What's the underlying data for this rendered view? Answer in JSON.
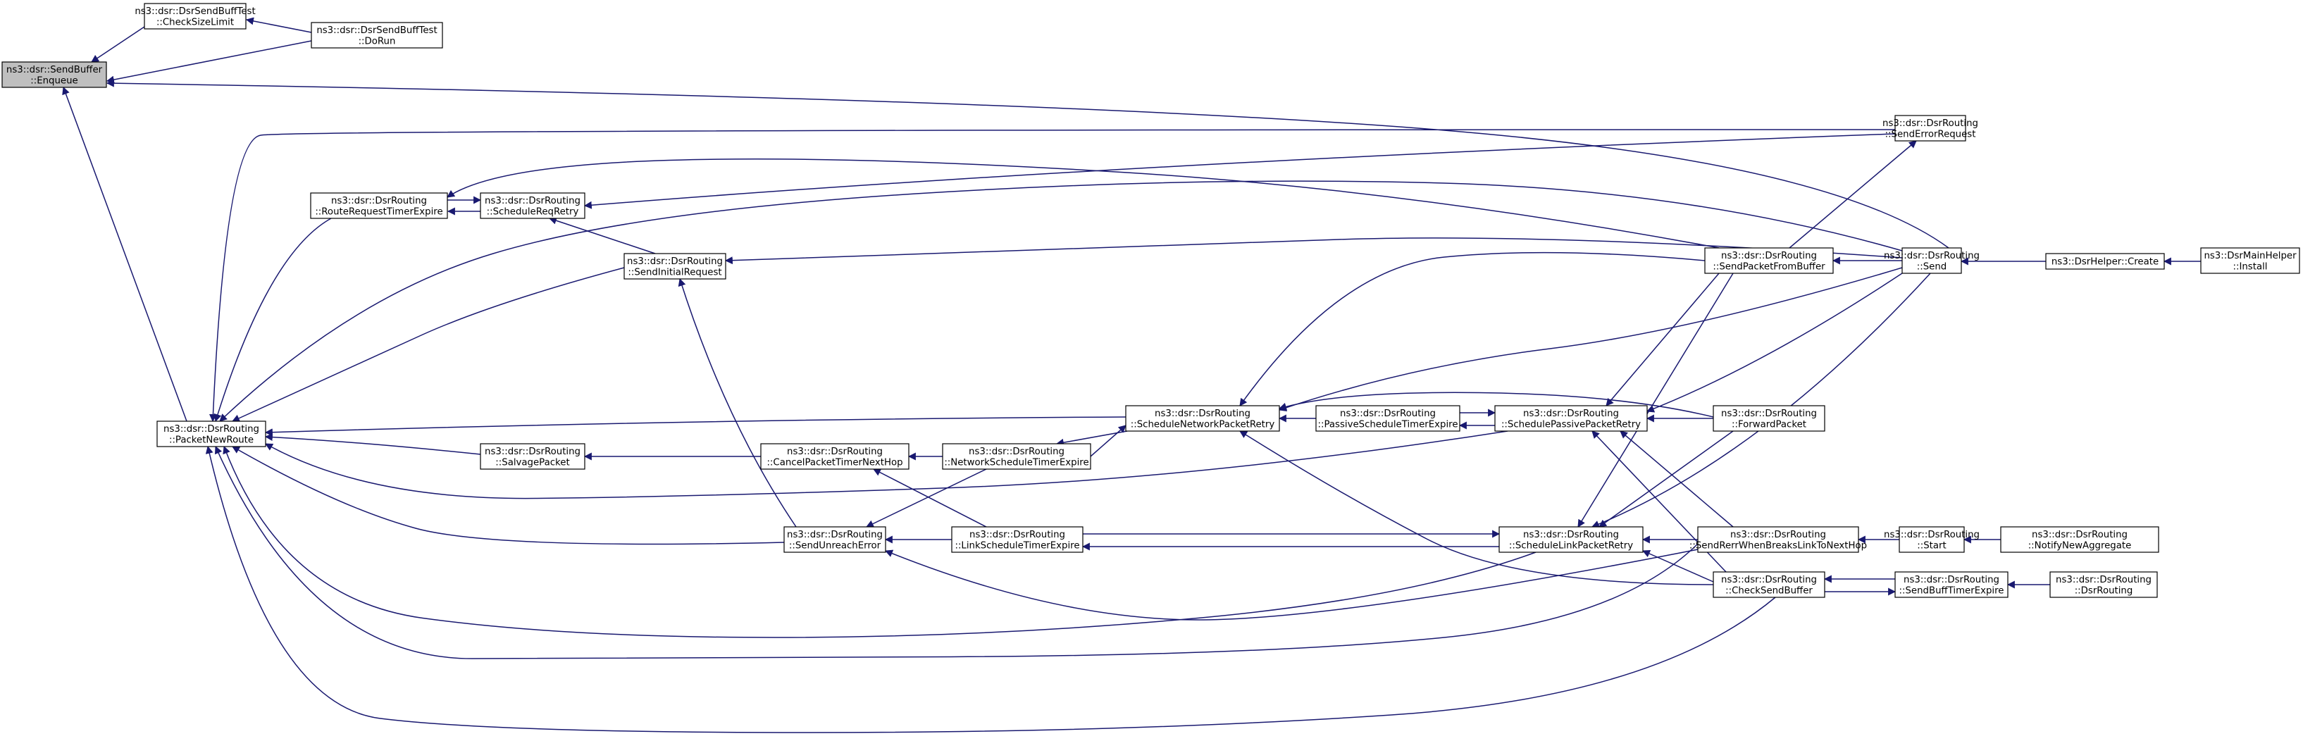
{
  "colors": {
    "edge": "#191970",
    "node_border": "#000000",
    "node_fill": "#ffffff",
    "focus_fill": "#bfbfbf",
    "background": "#ffffff"
  },
  "nodes": [
    {
      "id": "enqueue",
      "lines": [
        "ns3::dsr::SendBuffer",
        "::Enqueue"
      ],
      "focus": true
    },
    {
      "id": "checksizelimit",
      "lines": [
        "ns3::dsr::DsrSendBuffTest",
        "::CheckSizeLimit"
      ]
    },
    {
      "id": "dorun",
      "lines": [
        "ns3::dsr::DsrSendBuffTest",
        "::DoRun"
      ]
    },
    {
      "id": "packetnewroute",
      "lines": [
        "ns3::dsr::DsrRouting",
        "::PacketNewRoute"
      ]
    },
    {
      "id": "routerequesttimerexpire",
      "lines": [
        "ns3::dsr::DsrRouting",
        "::RouteRequestTimerExpire"
      ]
    },
    {
      "id": "schedulereqretry",
      "lines": [
        "ns3::dsr::DsrRouting",
        "::ScheduleReqRetry"
      ]
    },
    {
      "id": "sendinitialrequest",
      "lines": [
        "ns3::dsr::DsrRouting",
        "::SendInitialRequest"
      ]
    },
    {
      "id": "salvagepacket",
      "lines": [
        "ns3::dsr::DsrRouting",
        "::SalvagePacket"
      ]
    },
    {
      "id": "sendunreacherror",
      "lines": [
        "ns3::dsr::DsrRouting",
        "::SendUnreachError"
      ]
    },
    {
      "id": "cancelpackettimernexthop",
      "lines": [
        "ns3::dsr::DsrRouting",
        "::CancelPacketTimerNextHop"
      ]
    },
    {
      "id": "networkscheduletimerexpire",
      "lines": [
        "ns3::dsr::DsrRouting",
        "::NetworkScheduleTimerExpire"
      ]
    },
    {
      "id": "linkscheduletimerexpire",
      "lines": [
        "ns3::dsr::DsrRouting",
        "::LinkScheduleTimerExpire"
      ]
    },
    {
      "id": "schedulenetworkpacketretry",
      "lines": [
        "ns3::dsr::DsrRouting",
        "::ScheduleNetworkPacketRetry"
      ]
    },
    {
      "id": "passivescheduletimerexpire",
      "lines": [
        "ns3::dsr::DsrRouting",
        "::PassiveScheduleTimerExpire"
      ]
    },
    {
      "id": "schedulepassivepacketretry",
      "lines": [
        "ns3::dsr::DsrRouting",
        "::SchedulePassivePacketRetry"
      ]
    },
    {
      "id": "schedulelinkpacketretry",
      "lines": [
        "ns3::dsr::DsrRouting",
        "::ScheduleLinkPacketRetry"
      ]
    },
    {
      "id": "sendpacketfrombuffer",
      "lines": [
        "ns3::dsr::DsrRouting",
        "::SendPacketFromBuffer"
      ]
    },
    {
      "id": "forwardpacket",
      "lines": [
        "ns3::dsr::DsrRouting",
        "::ForwardPacket"
      ]
    },
    {
      "id": "sendrerrwhenbreakslinktonexthop",
      "lines": [
        "ns3::dsr::DsrRouting",
        "::SendRerrWhenBreaksLinkToNextHop"
      ]
    },
    {
      "id": "checksendbuffer",
      "lines": [
        "ns3::dsr::DsrRouting",
        "::CheckSendBuffer"
      ]
    },
    {
      "id": "senderrorrequest",
      "lines": [
        "ns3::dsr::DsrRouting",
        "::SendErrorRequest"
      ]
    },
    {
      "id": "send",
      "lines": [
        "ns3::dsr::DsrRouting",
        "::Send"
      ]
    },
    {
      "id": "dsrhelpercreate",
      "lines": [
        "ns3::DsrHelper::Create"
      ]
    },
    {
      "id": "dsrmainhelperinstall",
      "lines": [
        "ns3::DsrMainHelper",
        "::Install"
      ]
    },
    {
      "id": "start",
      "lines": [
        "ns3::dsr::DsrRouting",
        "::Start"
      ]
    },
    {
      "id": "notifynewaggregate",
      "lines": [
        "ns3::dsr::DsrRouting",
        "::NotifyNewAggregate"
      ]
    },
    {
      "id": "sendbufftimerexpire",
      "lines": [
        "ns3::dsr::DsrRouting",
        "::SendBuffTimerExpire"
      ]
    },
    {
      "id": "dsrrouting",
      "lines": [
        "ns3::dsr::DsrRouting",
        "::DsrRouting"
      ]
    }
  ],
  "edges": [
    {
      "from": "checksizelimit",
      "to": "enqueue"
    },
    {
      "from": "dorun",
      "to": "checksizelimit"
    },
    {
      "from": "dorun",
      "to": "enqueue"
    },
    {
      "from": "packetnewroute",
      "to": "enqueue"
    },
    {
      "from": "send",
      "to": "enqueue"
    },
    {
      "from": "senderrorrequest",
      "to": "packetnewroute"
    },
    {
      "from": "routerequesttimerexpire",
      "to": "packetnewroute"
    },
    {
      "from": "schedulereqretry",
      "to": "routerequesttimerexpire"
    },
    {
      "from": "routerequesttimerexpire",
      "to": "schedulereqretry"
    },
    {
      "from": "senderrorrequest",
      "to": "schedulereqretry"
    },
    {
      "from": "sendinitialrequest",
      "to": "schedulereqretry"
    },
    {
      "from": "sendpacketfrombuffer",
      "to": "routerequesttimerexpire"
    },
    {
      "from": "send",
      "to": "packetnewroute"
    },
    {
      "from": "sendinitialrequest",
      "to": "packetnewroute"
    },
    {
      "from": "send",
      "to": "sendinitialrequest"
    },
    {
      "from": "sendunreacherror",
      "to": "sendinitialrequest"
    },
    {
      "from": "schedulenetworkpacketretry",
      "to": "packetnewroute"
    },
    {
      "from": "salvagepacket",
      "to": "packetnewroute"
    },
    {
      "from": "schedulepassivepacketretry",
      "to": "packetnewroute"
    },
    {
      "from": "sendunreacherror",
      "to": "packetnewroute"
    },
    {
      "from": "schedulelinkpacketretry",
      "to": "packetnewroute"
    },
    {
      "from": "sendrerrwhenbreakslinktonexthop",
      "to": "packetnewroute"
    },
    {
      "from": "checksendbuffer",
      "to": "packetnewroute"
    },
    {
      "from": "cancelpackettimernexthop",
      "to": "salvagepacket"
    },
    {
      "from": "networkscheduletimerexpire",
      "to": "cancelpackettimernexthop"
    },
    {
      "from": "linkscheduletimerexpire",
      "to": "cancelpackettimernexthop"
    },
    {
      "from": "linkscheduletimerexpire",
      "to": "sendunreacherror"
    },
    {
      "from": "sendrerrwhenbreakslinktonexthop",
      "to": "sendunreacherror"
    },
    {
      "from": "networkscheduletimerexpire",
      "to": "sendunreacherror"
    },
    {
      "from": "networkscheduletimerexpire",
      "to": "schedulenetworkpacketretry"
    },
    {
      "from": "schedulenetworkpacketretry",
      "to": "networkscheduletimerexpire"
    },
    {
      "from": "passivescheduletimerexpire",
      "to": "schedulenetworkpacketretry"
    },
    {
      "from": "sendpacketfrombuffer",
      "to": "schedulenetworkpacketretry"
    },
    {
      "from": "send",
      "to": "schedulenetworkpacketretry"
    },
    {
      "from": "forwardpacket",
      "to": "schedulenetworkpacketretry"
    },
    {
      "from": "checksendbuffer",
      "to": "schedulenetworkpacketretry"
    },
    {
      "from": "schedulepassivepacketretry",
      "to": "passivescheduletimerexpire"
    },
    {
      "from": "passivescheduletimerexpire",
      "to": "schedulepassivepacketretry"
    },
    {
      "from": "sendpacketfrombuffer",
      "to": "schedulepassivepacketretry"
    },
    {
      "from": "send",
      "to": "schedulepassivepacketretry"
    },
    {
      "from": "forwardpacket",
      "to": "schedulepassivepacketretry"
    },
    {
      "from": "sendrerrwhenbreakslinktonexthop",
      "to": "schedulepassivepacketretry"
    },
    {
      "from": "checksendbuffer",
      "to": "schedulepassivepacketretry"
    },
    {
      "from": "linkscheduletimerexpire",
      "to": "schedulelinkpacketretry"
    },
    {
      "from": "schedulelinkpacketretry",
      "to": "linkscheduletimerexpire"
    },
    {
      "from": "sendpacketfrombuffer",
      "to": "schedulelinkpacketretry"
    },
    {
      "from": "send",
      "to": "schedulelinkpacketretry"
    },
    {
      "from": "forwardpacket",
      "to": "schedulelinkpacketretry"
    },
    {
      "from": "sendrerrwhenbreakslinktonexthop",
      "to": "schedulelinkpacketretry"
    },
    {
      "from": "checksendbuffer",
      "to": "schedulelinkpacketretry"
    },
    {
      "from": "send",
      "to": "sendpacketfrombuffer"
    },
    {
      "from": "sendpacketfrombuffer",
      "to": "senderrorrequest"
    },
    {
      "from": "dsrhelpercreate",
      "to": "send"
    },
    {
      "from": "dsrmainhelperinstall",
      "to": "dsrhelpercreate"
    },
    {
      "from": "start",
      "to": "sendrerrwhenbreakslinktonexthop"
    },
    {
      "from": "notifynewaggregate",
      "to": "start"
    },
    {
      "from": "sendbufftimerexpire",
      "to": "checksendbuffer"
    },
    {
      "from": "checksendbuffer",
      "to": "sendbufftimerexpire"
    },
    {
      "from": "dsrrouting",
      "to": "sendbufftimerexpire"
    }
  ]
}
